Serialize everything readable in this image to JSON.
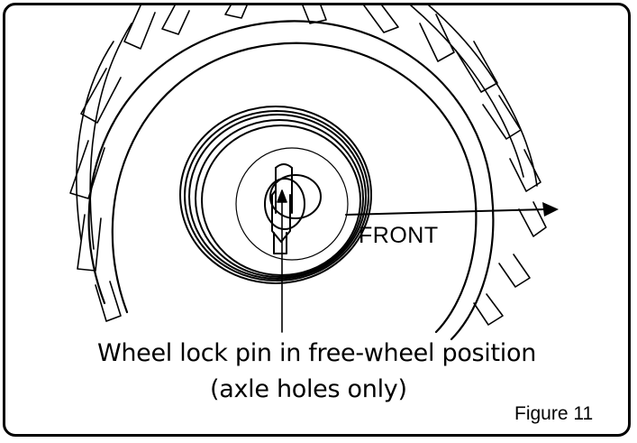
{
  "figure": {
    "direction_label": "FRONT",
    "caption_line1": "Wheel lock pin in free-wheel position",
    "caption_line2": "(axle holes only)",
    "figure_label": "Figure 11"
  },
  "colors": {
    "ink": "#000000",
    "background": "#ffffff"
  }
}
